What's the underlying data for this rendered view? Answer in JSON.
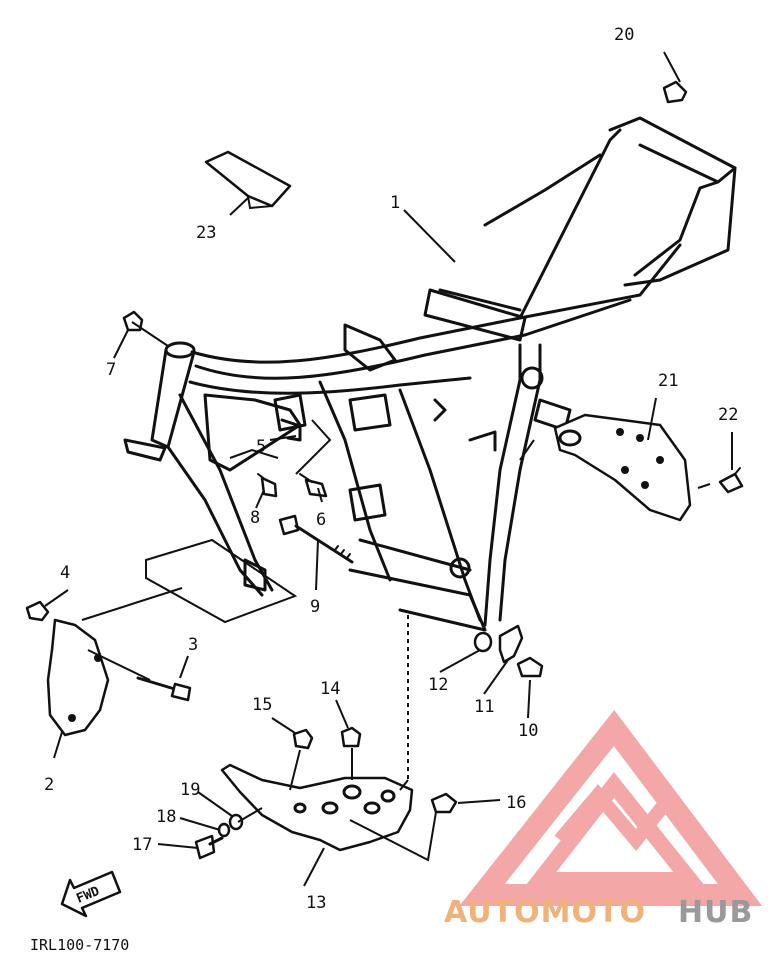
{
  "diagram": {
    "part_code": "IRL100-7170",
    "fwd_label": "FWD",
    "callouts": {
      "c1": "1",
      "c2": "2",
      "c3": "3",
      "c4": "4",
      "c5": "5",
      "c6": "6",
      "c7": "7",
      "c8": "8",
      "c9": "9",
      "c10": "10",
      "c11": "11",
      "c12": "12",
      "c13": "13",
      "c14": "14",
      "c15": "15",
      "c16": "16",
      "c17": "17",
      "c18": "18",
      "c19": "19",
      "c20": "20",
      "c21": "21",
      "c22": "22",
      "c23": "23"
    }
  },
  "watermark": {
    "part1": "AUTOMOTO",
    "part2": "HUB",
    "color_primary": "#f08a8a",
    "color_accent": "#f0b27a",
    "color_secondary": "#9a9a9a"
  }
}
